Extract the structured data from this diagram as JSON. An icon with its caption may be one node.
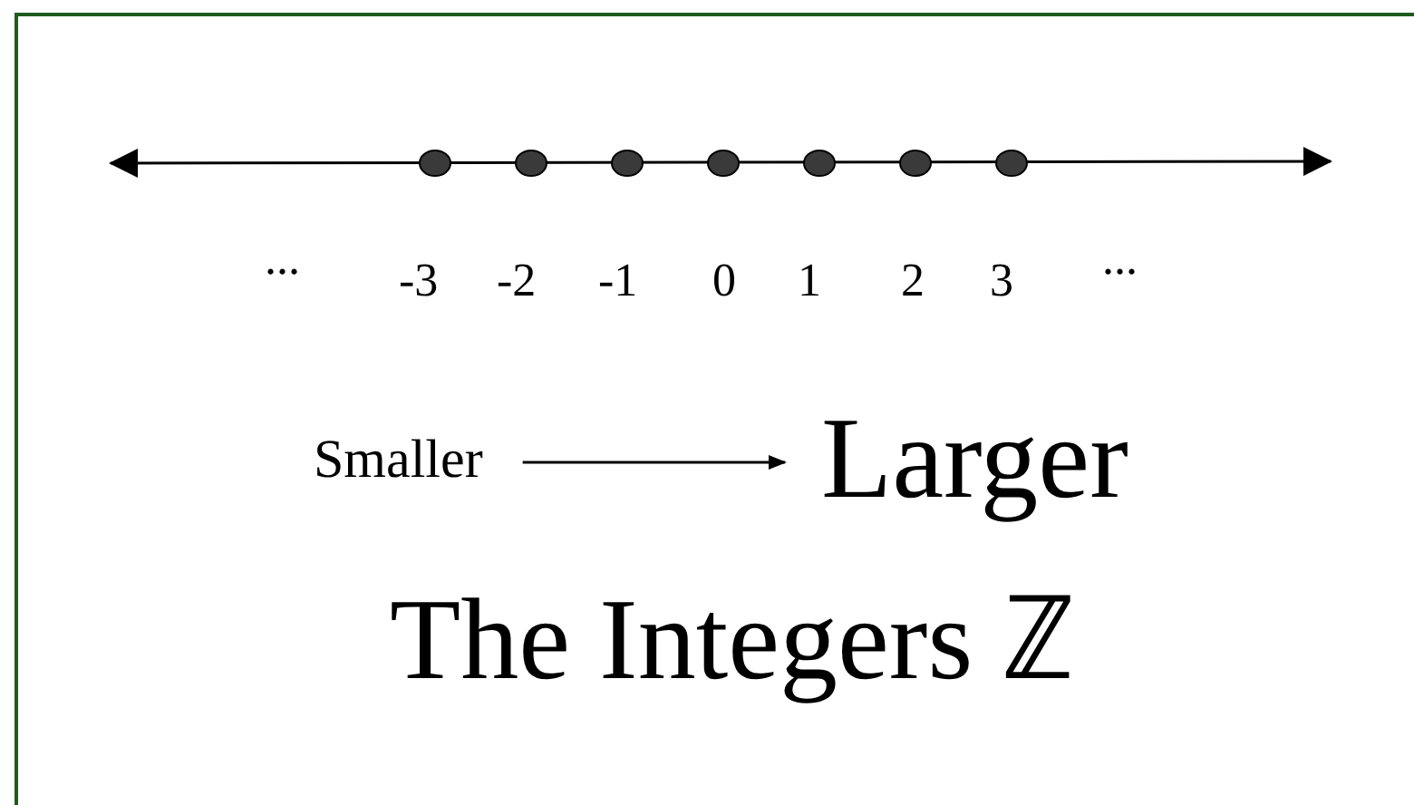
{
  "diagram": {
    "title": "The Integers ℤ",
    "nodes": [
      {
        "text": [
          "Smaller"
        ]
      },
      {
        "text": [
          "Larger"
        ]
      }
    ],
    "edges": [
      {
        "from": 0,
        "to": 1,
        "arrow": "to"
      }
    ],
    "labels": [
      "...",
      "-3",
      "-2",
      "-1",
      "0",
      "1",
      "2",
      "3",
      "..."
    ]
  }
}
